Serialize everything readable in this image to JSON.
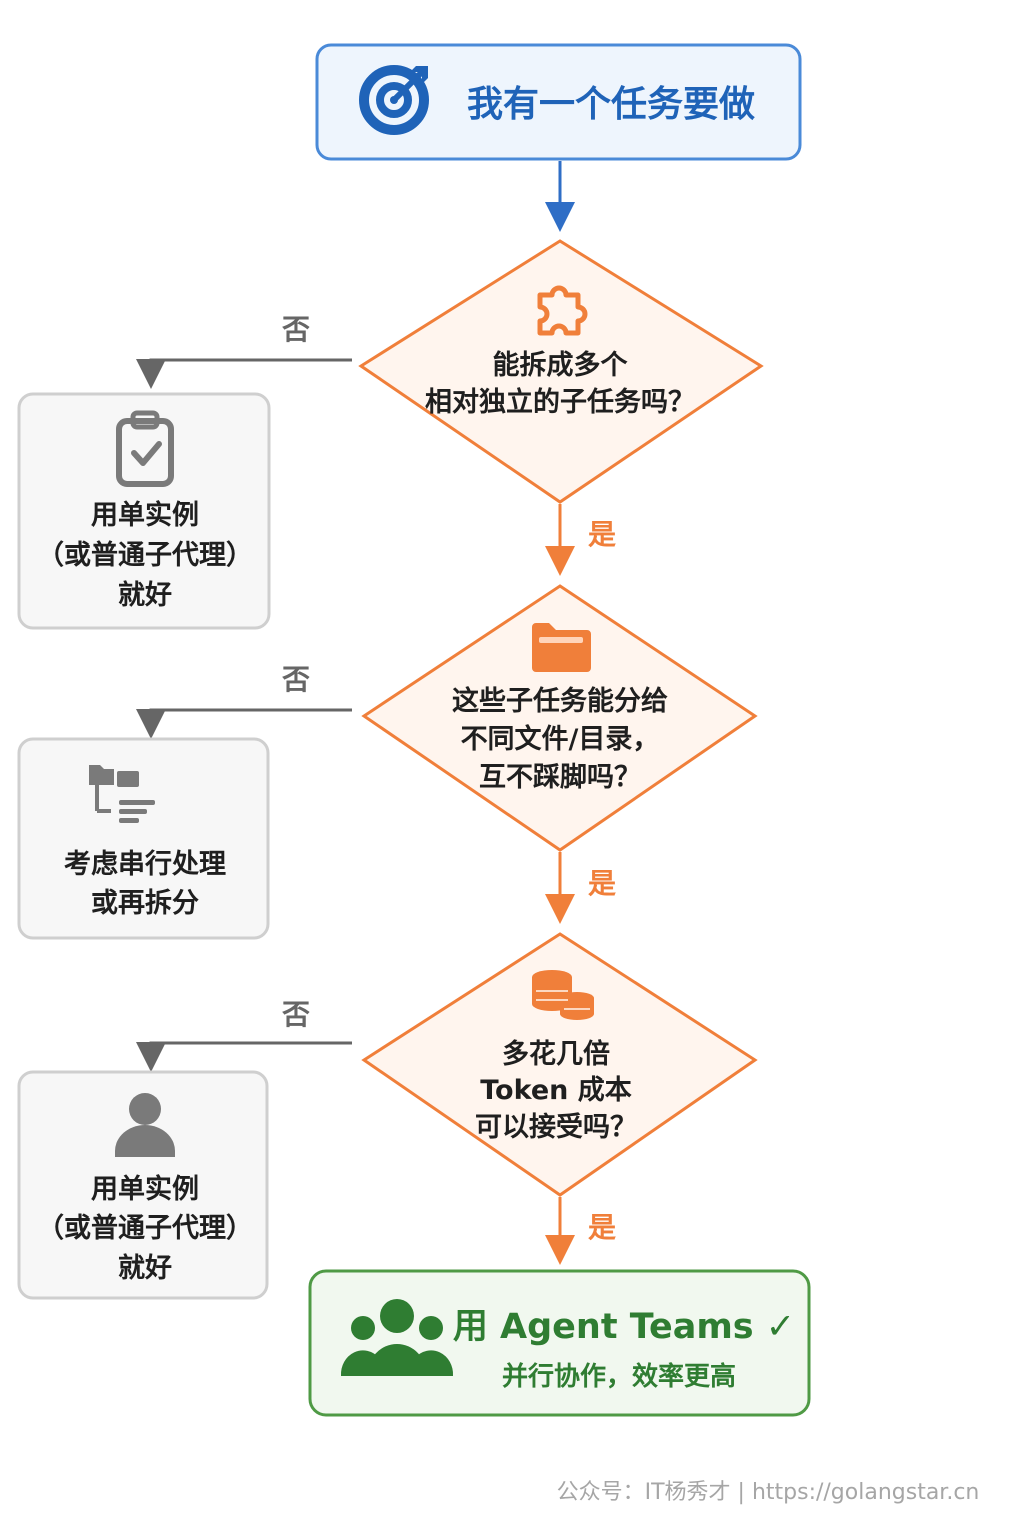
{
  "start": {
    "text": "我有一个任务要做",
    "icon": "target-icon",
    "border_color": "#4A8AD8",
    "fill_color": "#EEF5FD",
    "text_color": "#1F63B8"
  },
  "decisions": [
    {
      "icon": "puzzle-icon",
      "lines": [
        "能拆成多个",
        "相对独立的子任务吗？"
      ],
      "yes_label": "是",
      "no_label": "否"
    },
    {
      "icon": "folder-icon",
      "lines": [
        "这些子任务能分给",
        "不同文件/目录，",
        "互不踩脚吗？"
      ],
      "yes_label": "是",
      "no_label": "否"
    },
    {
      "icon": "coins-icon",
      "lines": [
        "多花几倍",
        "Token 成本",
        "可以接受吗？"
      ],
      "yes_label": "是",
      "no_label": "否"
    }
  ],
  "no_outcomes": [
    {
      "icon": "clipboard-check-icon",
      "lines": [
        "用单实例",
        "（或普通子代理）",
        "就好"
      ]
    },
    {
      "icon": "folder-tree-icon",
      "lines": [
        "考虑串行处理",
        "或再拆分"
      ]
    },
    {
      "icon": "user-icon",
      "lines": [
        "用单实例",
        "（或普通子代理）",
        "就好"
      ]
    }
  ],
  "final": {
    "title": "用 Agent Teams ✓",
    "subtitle": "并行协作，效率更高",
    "icon": "team-icon",
    "border_color": "#4F9A45",
    "fill_color": "#F1F8EF",
    "text_color": "#2F7D32"
  },
  "footer": {
    "text": "公众号：IT杨秀才   |   https://golangstar.cn"
  },
  "colors": {
    "decision_border": "#F07F3A",
    "decision_fill": "#FFF5EE",
    "yes_arrow": "#F07F3A",
    "no_arrow": "#666666",
    "neutral_box_border": "#CFCFCF",
    "neutral_box_fill": "#F7F7F7",
    "neutral_icon": "#7A7A7A"
  }
}
